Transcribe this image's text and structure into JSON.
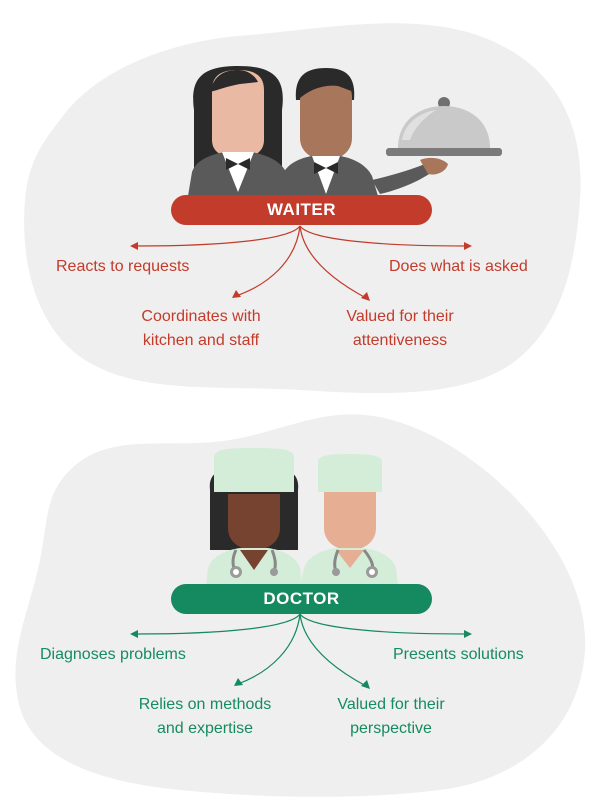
{
  "colors": {
    "waiter_accent": "#c23b2b",
    "doctor_accent": "#15895f",
    "blob_fill": "#efefef"
  },
  "waiter": {
    "title": "WAITER",
    "items": [
      {
        "lines": [
          "Reacts to requests"
        ]
      },
      {
        "lines": [
          "Does what is asked"
        ]
      },
      {
        "lines": [
          "Coordinates with",
          "kitchen and staff"
        ]
      },
      {
        "lines": [
          "Valued for their",
          "attentiveness"
        ]
      }
    ],
    "icons": [
      "female-waiter-icon",
      "male-waiter-icon",
      "serving-cloche-icon"
    ]
  },
  "doctor": {
    "title": "DOCTOR",
    "items": [
      {
        "lines": [
          "Diagnoses problems"
        ]
      },
      {
        "lines": [
          "Presents solutions"
        ]
      },
      {
        "lines": [
          "Relies on methods",
          "and expertise"
        ]
      },
      {
        "lines": [
          "Valued for their",
          "perspective"
        ]
      }
    ],
    "icons": [
      "female-doctor-icon",
      "male-doctor-icon",
      "stethoscope-icon"
    ]
  }
}
